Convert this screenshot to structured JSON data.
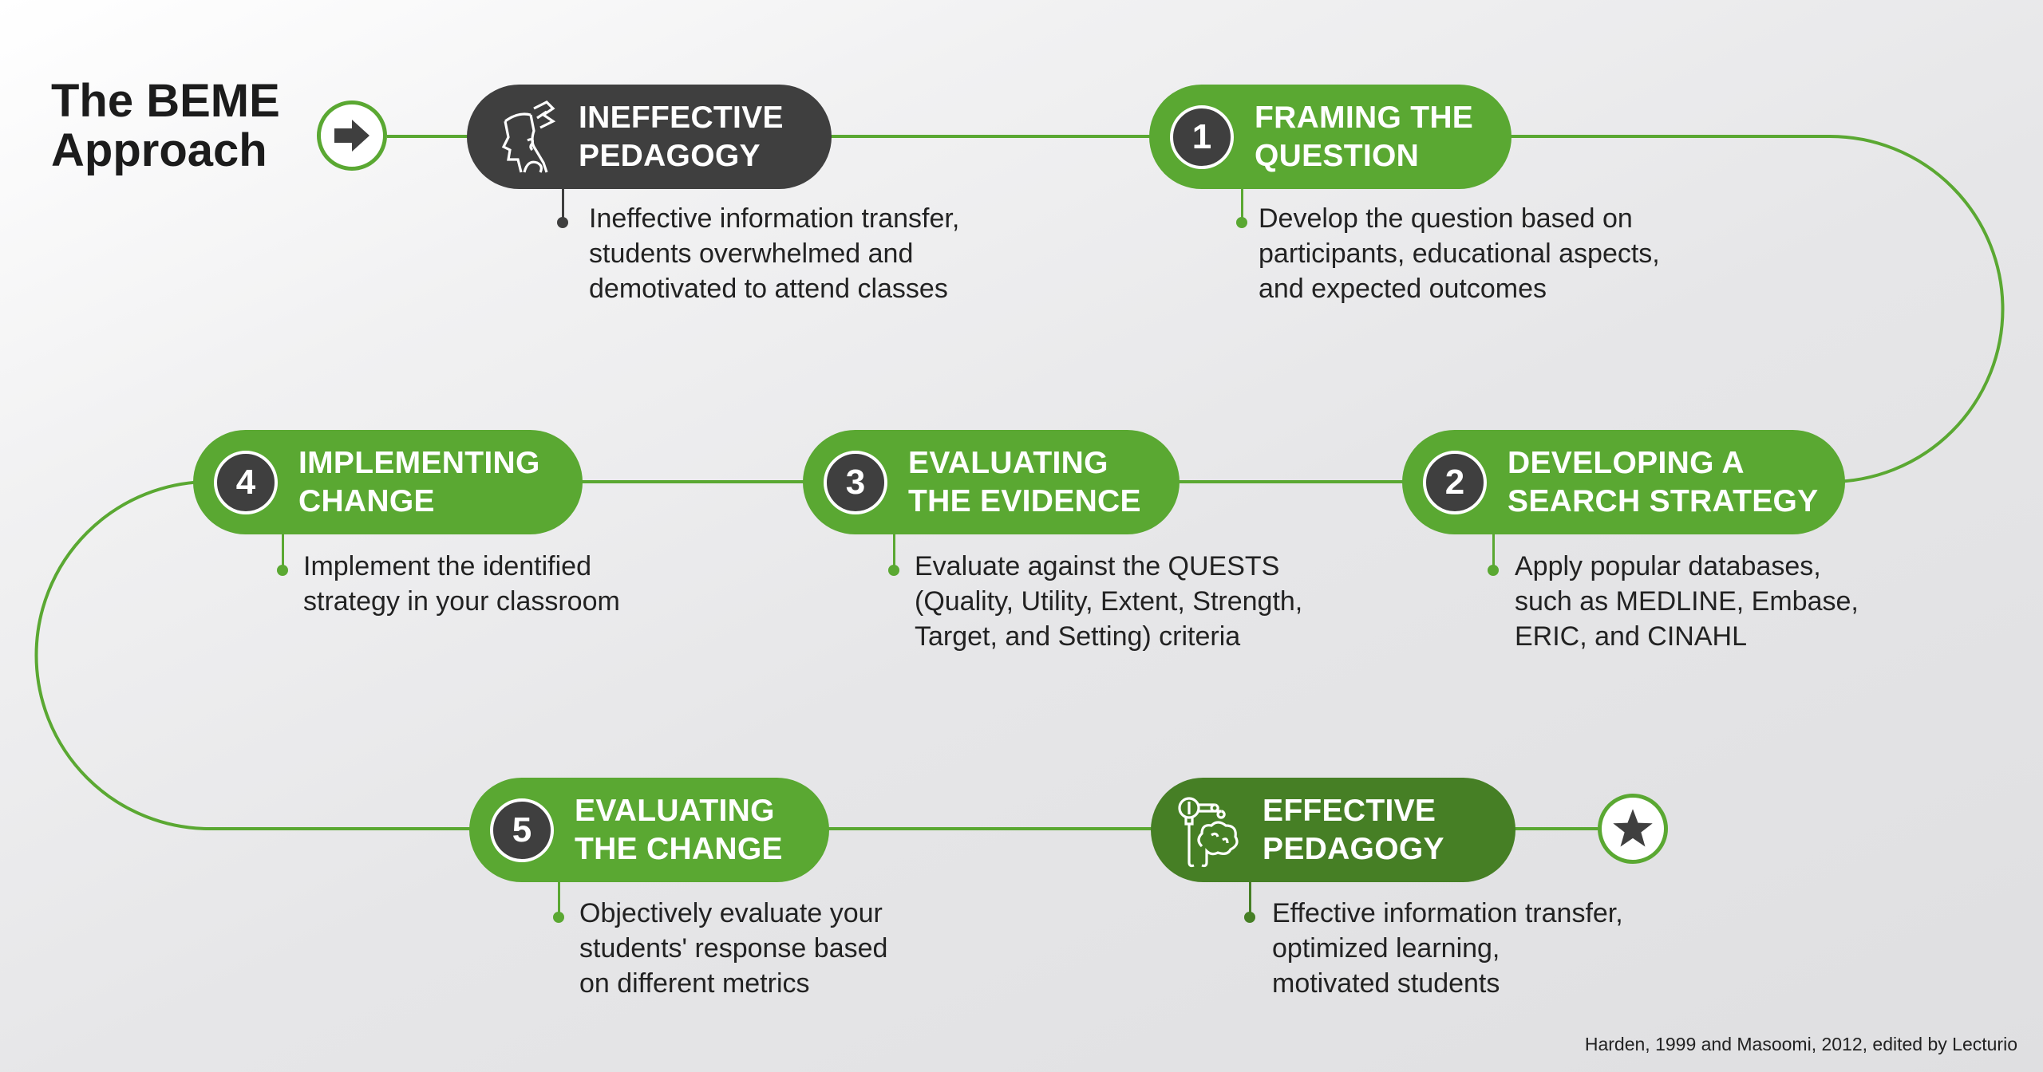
{
  "title": "The BEME\nApproach",
  "colors": {
    "green": "#5aa832",
    "dark": "#3f3f3f",
    "deep_green": "#467f25",
    "line": "#5aa832"
  },
  "start_icon": "arrow-right-icon",
  "end_icon": "star-icon",
  "steps": [
    {
      "number": "",
      "label": "INEFFECTIVE\nPEDAGOGY",
      "icon": "head-confusion-icon",
      "description": "Ineffective information transfer,\nstudents overwhelmed and\ndemotivated to attend classes"
    },
    {
      "number": "1",
      "label": "FRAMING THE\nQUESTION",
      "description": "Develop the question based on\nparticipants, educational aspects,\nand expected outcomes"
    },
    {
      "number": "2",
      "label": "DEVELOPING A\nSEARCH STRATEGY",
      "description": "Apply popular databases,\nsuch as MEDLINE, Embase,\nERIC, and CINAHL"
    },
    {
      "number": "3",
      "label": "EVALUATING\nTHE EVIDENCE",
      "description": "Evaluate against the QUESTS\n(Quality, Utility, Extent, Strength,\nTarget, and Setting) criteria"
    },
    {
      "number": "4",
      "label": "IMPLEMENTING\nCHANGE",
      "description": "Implement the identified\nstrategy in your classroom"
    },
    {
      "number": "5",
      "label": "EVALUATING\nTHE CHANGE",
      "description": "Objectively evaluate your\nstudents' response based\non different metrics"
    },
    {
      "number": "",
      "label": "EFFECTIVE\nPEDAGOGY",
      "icon": "brain-lightbulb-icon",
      "description": "Effective information transfer,\noptimized learning,\nmotivated students"
    }
  ],
  "footer": "Harden, 1999 and Masoomi, 2012, edited by Lecturio"
}
